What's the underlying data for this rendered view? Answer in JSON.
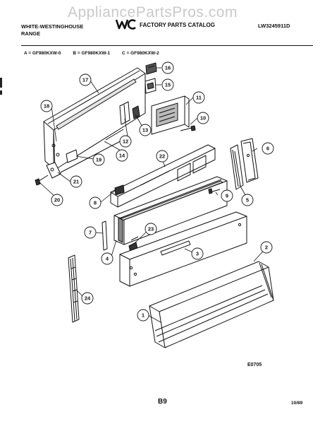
{
  "header": {
    "watermark": "AppliancePartsPros.com",
    "brand_line1": "WHITE-WESTINGHOUSE",
    "brand_line2": "RANGE",
    "catalog_title": "FACTORY PARTS CATALOG",
    "doc_number": "LW3245911D"
  },
  "models": [
    {
      "text": "A = GF980KXW-0"
    },
    {
      "text": "B = GF980KXW-1"
    },
    {
      "text": "C = GF980KXW-2"
    }
  ],
  "callouts": {
    "c1": "1",
    "c2": "2",
    "c3": "3",
    "c4": "4",
    "c5": "5",
    "c6": "6",
    "c7": "7",
    "c8": "8",
    "c9": "9",
    "c10": "10",
    "c11": "11",
    "c12": "12",
    "c13": "13",
    "c14": "14",
    "c15": "15",
    "c16": "16",
    "c17": "17",
    "c18": "18",
    "c19": "19",
    "c20": "20",
    "c21": "21",
    "c22": "22",
    "c23": "23",
    "c24": "24"
  },
  "footer": {
    "reference": "E0705",
    "page": "B9",
    "date": "10/89"
  }
}
